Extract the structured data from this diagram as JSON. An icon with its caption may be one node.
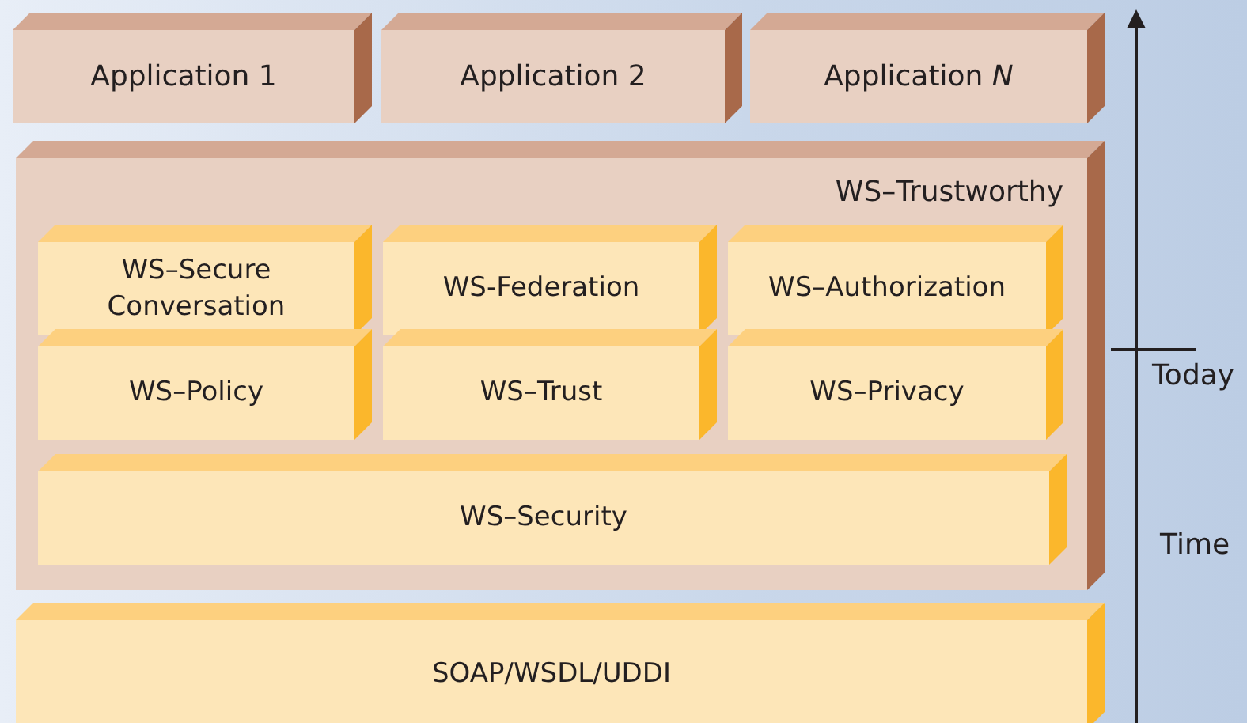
{
  "diagram": {
    "nodes": [
      {
        "text": [
          "Application 1"
        ]
      },
      {
        "text": [
          "Application 2"
        ]
      },
      {
        "text": [
          "Application *N*"
        ]
      },
      {
        "text": [
          "WS–Trustworthy"
        ]
      },
      {
        "text": [
          "WS–Secure Conversation"
        ],
        "in": 3
      },
      {
        "text": [
          "WS-Federation"
        ],
        "in": 3
      },
      {
        "text": [
          "WS–Authorization"
        ],
        "in": 3
      },
      {
        "text": [
          "WS–Policy"
        ],
        "in": 3
      },
      {
        "text": [
          "WS–Trust"
        ],
        "in": 3
      },
      {
        "text": [
          "WS–Privacy"
        ],
        "in": 3
      },
      {
        "text": [
          "WS–Security"
        ],
        "in": 3
      },
      {
        "text": [
          "SOAP/WSDL/UDDI"
        ]
      }
    ],
    "labels": [
      "Today",
      "Time"
    ]
  }
}
